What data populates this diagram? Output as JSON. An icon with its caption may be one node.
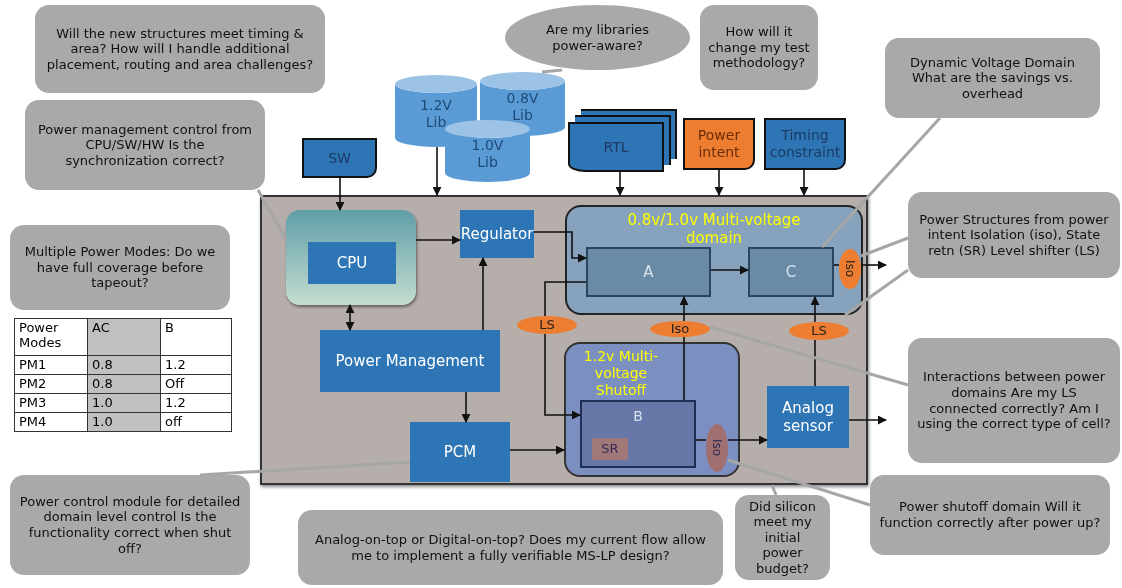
{
  "diagram": {
    "nodes": [
      {
        "text": [],
        "shape": "box"
      },
      {
        "text": [
          "SW"
        ]
      },
      {
        "text": [
          "1.2V Lib"
        ]
      },
      {
        "text": [
          "0.8V Lib"
        ]
      },
      {
        "text": [
          "1.0V Lib"
        ]
      },
      {
        "text": [
          "RTL"
        ]
      },
      {
        "text": [
          "Power intent"
        ]
      },
      {
        "text": [
          "Timing constraint"
        ]
      },
      {
        "text": [],
        "shape": "box",
        "in": 0
      },
      {
        "text": [
          "CPU"
        ],
        "in": 8
      },
      {
        "text": [
          "Regulator"
        ],
        "in": 0
      },
      {
        "text": [
          "Power Management"
        ],
        "in": 0
      },
      {
        "text": [
          "PCM"
        ],
        "in": 0
      },
      {
        "text": [
          "0.8v/1.0v Multi-voltage domain"
        ],
        "in": 0
      },
      {
        "text": [
          "A"
        ],
        "in": 13
      },
      {
        "text": [
          "C"
        ],
        "in": 13
      },
      {
        "text": [
          "Iso"
        ],
        "in": 13
      },
      {
        "text": [
          "1.2v Multi-voltage Shutoff"
        ],
        "in": 0
      },
      {
        "text": [
          "B"
        ],
        "in": 17
      },
      {
        "text": [
          "SR"
        ],
        "in": 18
      },
      {
        "text": [
          "Iso"
        ],
        "in": 17
      },
      {
        "text": [
          "LS"
        ],
        "in": 0
      },
      {
        "text": [
          "Iso"
        ],
        "in": 0
      },
      {
        "text": [
          "LS"
        ],
        "in": 0
      },
      {
        "text": [
          "Analog sensor"
        ],
        "in": 0
      },
      {
        "text": [
          "Will the new structures meet timing & area? How will I handle additional placement, routing and area challenges?"
        ]
      },
      {
        "text": [
          "Are my libraries power-aware?"
        ]
      },
      {
        "text": [
          "How will it change my test methodology?"
        ]
      },
      {
        "text": [
          "Dynamic Voltage Domain What are the savings vs. overhead"
        ]
      },
      {
        "text": [
          "Power management control from CPU/SW/HW Is the synchronization correct?"
        ]
      },
      {
        "text": [
          "Multiple Power Modes: Do we have full coverage before tapeout?"
        ]
      },
      {
        "text": [
          "Power Structures from power intent Isolation (iso), State retn (SR) Level shifter (LS)"
        ]
      },
      {
        "text": [
          "Interactions between power domains Are my LS connected correctly? Am I using the correct type of cell?"
        ]
      },
      {
        "text": [
          "Power control module for detailed domain level control Is the functionality correct when shut off?"
        ]
      },
      {
        "text": [
          "Analog-on-top or Digital-on-top? Does my current flow allow me to implement a fully verifiable MS-LP design?"
        ]
      },
      {
        "text": [
          "Did silicon meet my initial power budget?"
        ]
      },
      {
        "text": [
          "Power shutoff domain Will it function correctly after power up?"
        ]
      }
    ],
    "edges": [
      {
        "from": 1,
        "to": 8,
        "arrow": "to"
      },
      {
        "from": 2,
        "to": 0,
        "arrow": "to"
      },
      {
        "from": 5,
        "to": 0,
        "arrow": "to"
      },
      {
        "from": 6,
        "to": 0,
        "arrow": "to"
      },
      {
        "from": 7,
        "to": 0,
        "arrow": "to"
      },
      {
        "from": 8,
        "to": 10,
        "arrow": "to"
      },
      {
        "from": 8,
        "to": 11,
        "arrow": "both"
      },
      {
        "from": 11,
        "to": 10,
        "arrow": "to"
      },
      {
        "from": 11,
        "to": 12,
        "arrow": "to"
      },
      {
        "from": 10,
        "to": 14,
        "arrow": "to"
      },
      {
        "from": 14,
        "to": 15,
        "arrow": "to"
      },
      {
        "from": 15,
        "to": 16,
        "arrow": "none"
      },
      {
        "from": 16,
        "to": null,
        "arrow": "to"
      },
      {
        "from": 14,
        "to": 21,
        "arrow": "none"
      },
      {
        "from": 21,
        "to": 18,
        "arrow": "to"
      },
      {
        "from": 18,
        "to": 22,
        "arrow": "none"
      },
      {
        "from": 22,
        "to": 14,
        "arrow": "to"
      },
      {
        "from": 18,
        "to": 20,
        "arrow": "none"
      },
      {
        "from": 20,
        "to": 24,
        "arrow": "to"
      },
      {
        "from": 24,
        "to": 23,
        "arrow": "none"
      },
      {
        "from": 23,
        "to": 15,
        "arrow": "to"
      },
      {
        "from": 24,
        "to": null,
        "arrow": "to"
      },
      {
        "from": 12,
        "to": 17,
        "arrow": "to"
      },
      {
        "from": 26,
        "to": 3,
        "arrow": "none",
        "color": "#a6a6a6"
      },
      {
        "from": 28,
        "to": 15,
        "arrow": "none",
        "color": "#a6a6a6"
      },
      {
        "from": 29,
        "to": 8,
        "arrow": "none",
        "color": "#a6a6a6"
      },
      {
        "from": 31,
        "to": 16,
        "arrow": "none",
        "color": "#a6a6a6"
      },
      {
        "from": 31,
        "to": 13,
        "arrow": "none",
        "color": "#a6a6a6"
      },
      {
        "from": 32,
        "to": 22,
        "arrow": "none",
        "color": "#a6a6a6"
      },
      {
        "from": 33,
        "to": 12,
        "arrow": "none",
        "color": "#a6a6a6"
      },
      {
        "from": 35,
        "to": 0,
        "arrow": "none",
        "color": "#a6a6a6"
      },
      {
        "from": 36,
        "to": 20,
        "arrow": "none",
        "color": "#a6a6a6"
      }
    ],
    "labels": [
      "Power Modes",
      "AC",
      "B",
      "PM1",
      "0.8",
      "1.2",
      "PM2",
      "0.8",
      "Off",
      "PM3",
      "1.0",
      "1.2",
      "PM4",
      "1.0",
      "off"
    ]
  }
}
